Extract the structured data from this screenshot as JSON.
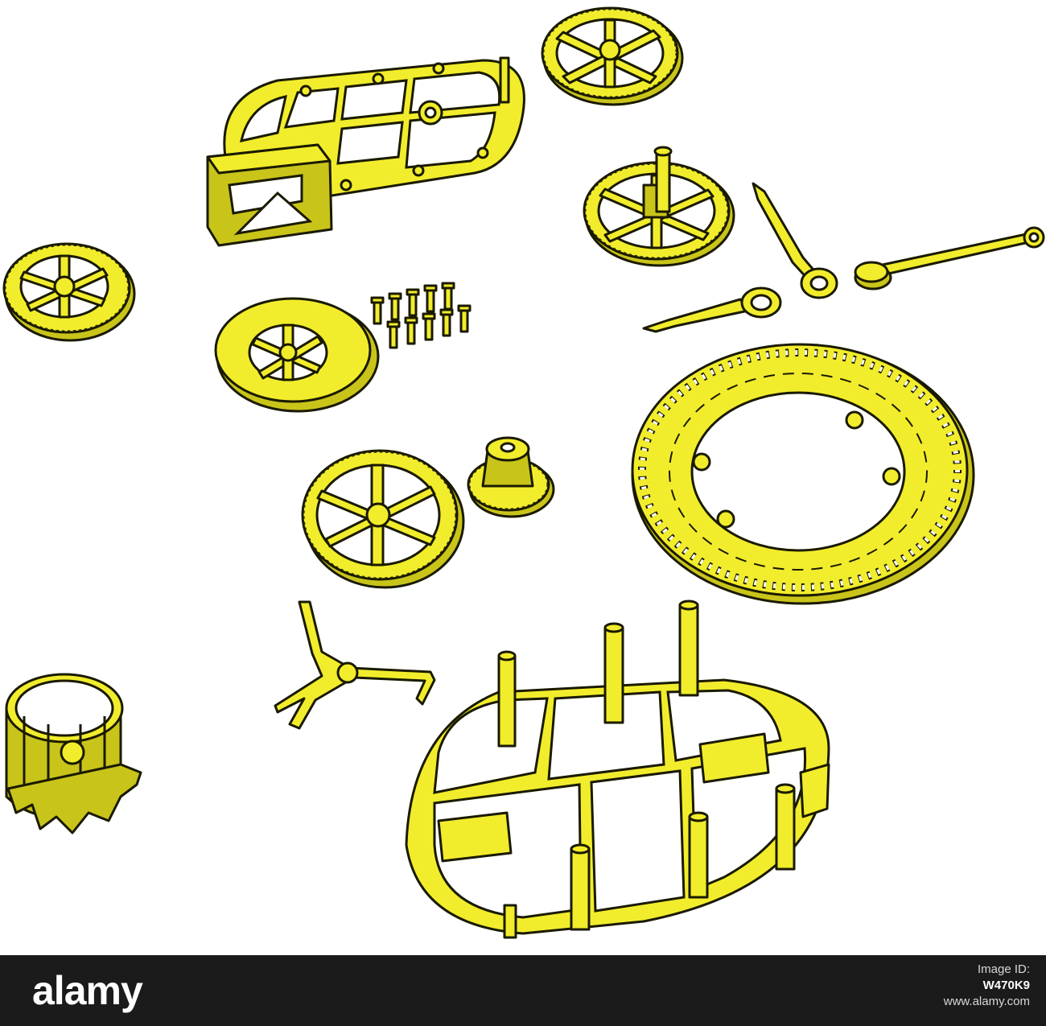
{
  "colors": {
    "part_fill": "#f2ed2c",
    "part_shade": "#c9c41a",
    "outline": "#1a1a00",
    "background": "#ffffff",
    "footer": "#1b1b1b"
  },
  "footer": {
    "logo": "alamy",
    "image_id_label": "Image ID:",
    "image_id": "W470K9",
    "site": "www.alamy.com"
  }
}
